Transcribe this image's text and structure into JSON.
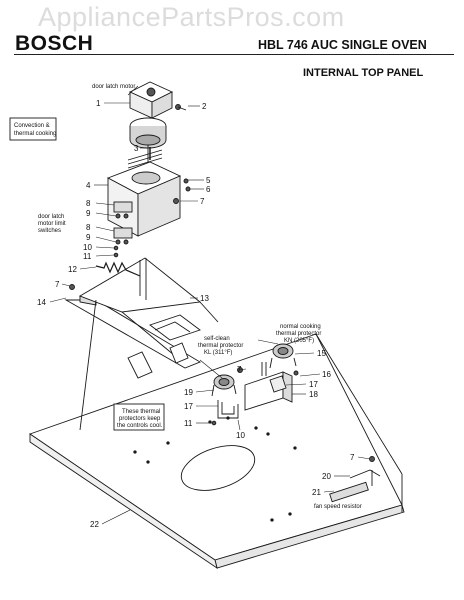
{
  "watermark": "AppliancePartsPros.com",
  "header": {
    "brand": "BOSCH",
    "model": "HBL 746 AUC SINGLE OVEN",
    "section": "INTERNAL TOP PANEL"
  },
  "notes": {
    "convection": [
      "Convection &",
      "thermal cooking"
    ],
    "protectors": [
      "These thermal",
      "protectors keep",
      "the controls cool."
    ]
  },
  "labels": {
    "door_latch_motor": "door latch motor",
    "limit_switches": [
      "door latch",
      "motor limit",
      "switches"
    ],
    "self_clean": [
      "self-clean",
      "thermal protector",
      "KL (311°F)"
    ],
    "normal_cooking": [
      "normal cooking",
      "thermal protector",
      "KN (205°F)"
    ],
    "fan_resistor": "fan speed resistor"
  },
  "callouts": [
    {
      "id": "c1",
      "text": "1"
    },
    {
      "id": "c2",
      "text": "2"
    },
    {
      "id": "c3",
      "text": "3"
    },
    {
      "id": "c4",
      "text": "4"
    },
    {
      "id": "c5",
      "text": "5"
    },
    {
      "id": "c6",
      "text": "6"
    },
    {
      "id": "c7a",
      "text": "7"
    },
    {
      "id": "c8a",
      "text": "8"
    },
    {
      "id": "c9a",
      "text": "9"
    },
    {
      "id": "c8b",
      "text": "8"
    },
    {
      "id": "c9b",
      "text": "9"
    },
    {
      "id": "c10a",
      "text": "10"
    },
    {
      "id": "c11a",
      "text": "11"
    },
    {
      "id": "c12",
      "text": "12"
    },
    {
      "id": "c7b",
      "text": "7"
    },
    {
      "id": "c14",
      "text": "14"
    },
    {
      "id": "c13",
      "text": "13"
    },
    {
      "id": "c15",
      "text": "15"
    },
    {
      "id": "c7c",
      "text": "7"
    },
    {
      "id": "c16",
      "text": "16"
    },
    {
      "id": "c17a",
      "text": "17"
    },
    {
      "id": "c18",
      "text": "18"
    },
    {
      "id": "c19",
      "text": "19"
    },
    {
      "id": "c17b",
      "text": "17"
    },
    {
      "id": "c11b",
      "text": "11"
    },
    {
      "id": "c10b",
      "text": "10"
    },
    {
      "id": "c7d",
      "text": "7"
    },
    {
      "id": "c20",
      "text": "20"
    },
    {
      "id": "c21",
      "text": "21"
    },
    {
      "id": "c22",
      "text": "22"
    }
  ],
  "colors": {
    "line": "#1a1a1a",
    "fill": "#ffffff",
    "shade": "#bdbdbd",
    "dark": "#555555"
  }
}
